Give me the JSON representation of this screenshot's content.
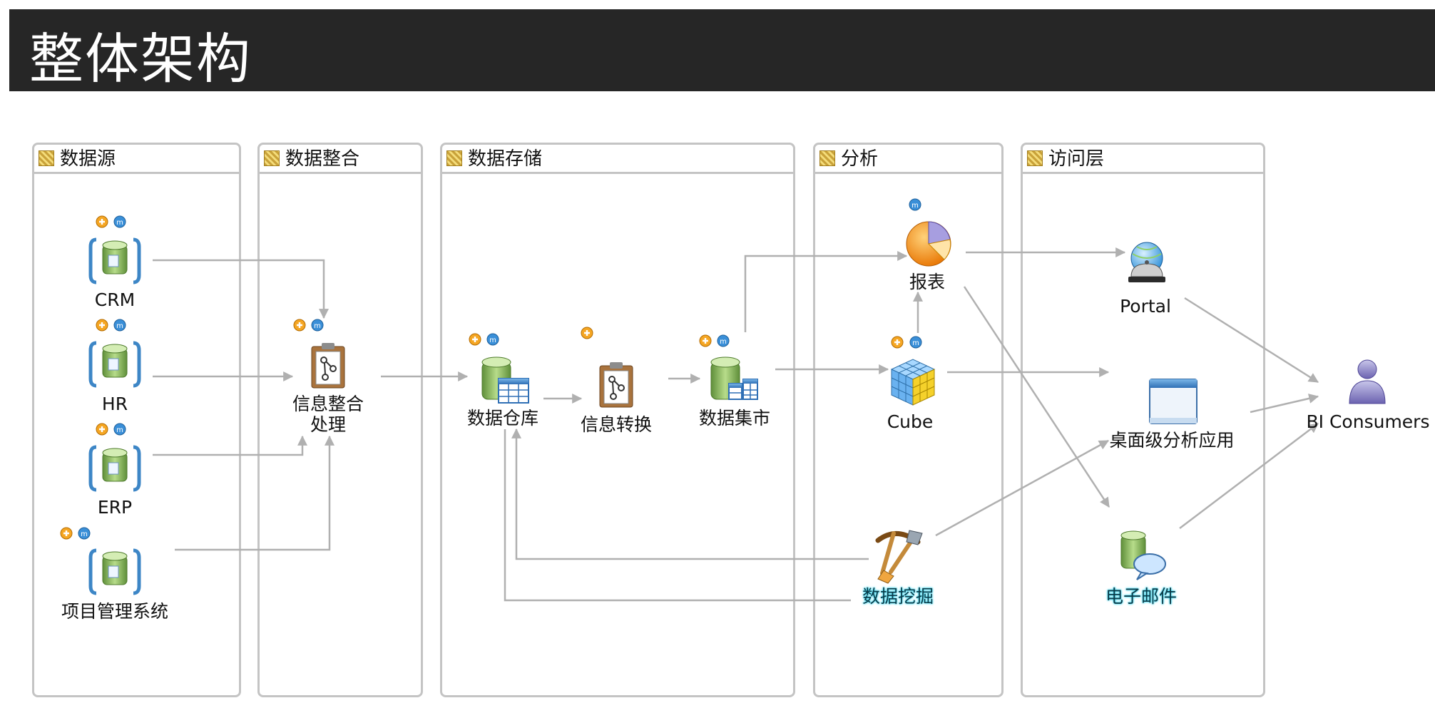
{
  "title": "整体架构",
  "lanes": [
    {
      "id": "source",
      "label": "数据源"
    },
    {
      "id": "integrate",
      "label": "数据整合"
    },
    {
      "id": "storage",
      "label": "数据存储"
    },
    {
      "id": "analysis",
      "label": "分析"
    },
    {
      "id": "access",
      "label": "访问层"
    }
  ],
  "nodes": {
    "crm": "CRM",
    "hr": "HR",
    "erp": "ERP",
    "pms": "项目管理系统",
    "integration": "信息整合\n处理",
    "warehouse": "数据仓库",
    "transform": "信息转换",
    "mart": "数据集市",
    "report": "报表",
    "cube": "Cube",
    "mining": "数据挖掘",
    "portal": "Portal",
    "desktop": "桌面级分析应用",
    "email": "电子邮件",
    "consumers": "BI Consumers"
  },
  "colors": {
    "title_bar": "#262626",
    "lane_border": "#c4c4c4",
    "arrow": "#b0b0b0",
    "highlight_label_glow": "#38d8f0"
  },
  "icons": {
    "lane_header": "pattern-grid-icon",
    "source": "data-source-cylinder-icon",
    "process": "clipboard-flow-icon",
    "database": "database-table-icon",
    "report": "pie-chart-icon",
    "cube": "olap-cube-icon",
    "mining": "pickaxe-shovel-icon",
    "portal": "globe-bell-icon",
    "desktop": "application-window-icon",
    "email": "database-speech-icon",
    "consumers": "user-icon",
    "add_badge": "plus-badge-icon",
    "m_badge": "m-badge-icon"
  }
}
